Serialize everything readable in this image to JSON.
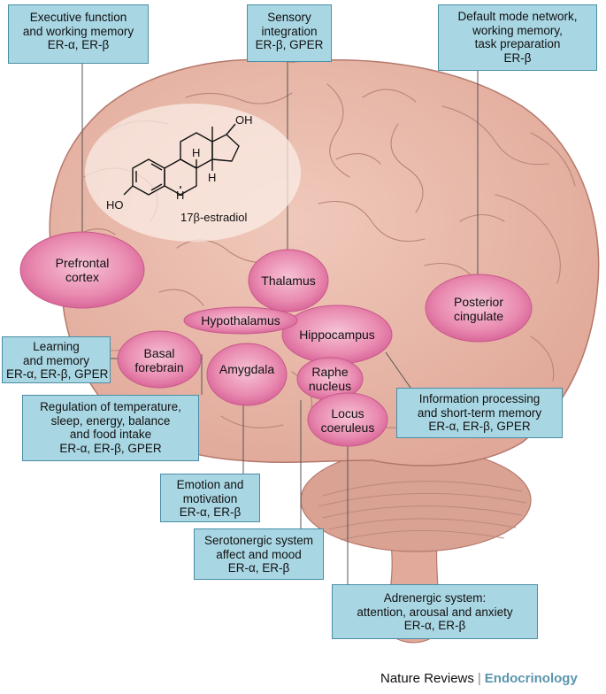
{
  "boxes": {
    "executive": {
      "lines": [
        "Executive function",
        "and working memory",
        "ER-α, ER-β"
      ]
    },
    "sensory": {
      "lines": [
        "Sensory",
        "integration",
        "ER-β, GPER"
      ]
    },
    "default_mode": {
      "lines": [
        "Default mode network,",
        "working memory,",
        "task preparation",
        "ER-β"
      ]
    },
    "learning": {
      "lines": [
        "Learning",
        "and memory",
        "ER-α, ER-β, GPER"
      ]
    },
    "regulation": {
      "lines": [
        "Regulation of temperature,",
        "sleep, energy, balance",
        "and food intake",
        "ER-α, ER-β, GPER"
      ]
    },
    "information": {
      "lines": [
        "Information processing",
        "and short-term memory",
        "ER-α, ER-β, GPER"
      ]
    },
    "emotion": {
      "lines": [
        "Emotion and",
        "motivation",
        "ER-α, ER-β"
      ]
    },
    "serotonergic": {
      "lines": [
        "Serotonergic system",
        "affect and mood",
        "ER-α, ER-β"
      ]
    },
    "adrenergic": {
      "lines": [
        "Adrenergic system:",
        "attention, arousal and anxiety",
        "ER-α, ER-β"
      ]
    }
  },
  "regions": {
    "prefrontal": {
      "lines": [
        "Prefrontal",
        "cortex"
      ]
    },
    "thalamus": {
      "lines": [
        "Thalamus"
      ]
    },
    "hypothalamus": {
      "lines": [
        "Hypothalamus"
      ]
    },
    "hippocampus": {
      "lines": [
        "Hippocampus"
      ]
    },
    "posterior": {
      "lines": [
        "Posterior",
        "cingulate"
      ]
    },
    "basal": {
      "lines": [
        "Basal",
        "forebrain"
      ]
    },
    "amygdala": {
      "lines": [
        "Amygdala"
      ]
    },
    "raphe": {
      "lines": [
        "Raphe",
        "nucleus"
      ]
    },
    "locus": {
      "lines": [
        "Locus",
        "coeruleus"
      ]
    }
  },
  "molecule": {
    "name": "17β-estradiol",
    "oh_top": "OH",
    "ho_left": "HO",
    "h": "H"
  },
  "footer": {
    "journal": "Nature Reviews",
    "separator": "|",
    "section": "Endocrinology"
  },
  "colors": {
    "brain": "#e8b7a8",
    "region": "#e98ab0",
    "box": "#a9d6e3",
    "box_border": "#4a8ea6",
    "brand": "#5a95ad"
  }
}
